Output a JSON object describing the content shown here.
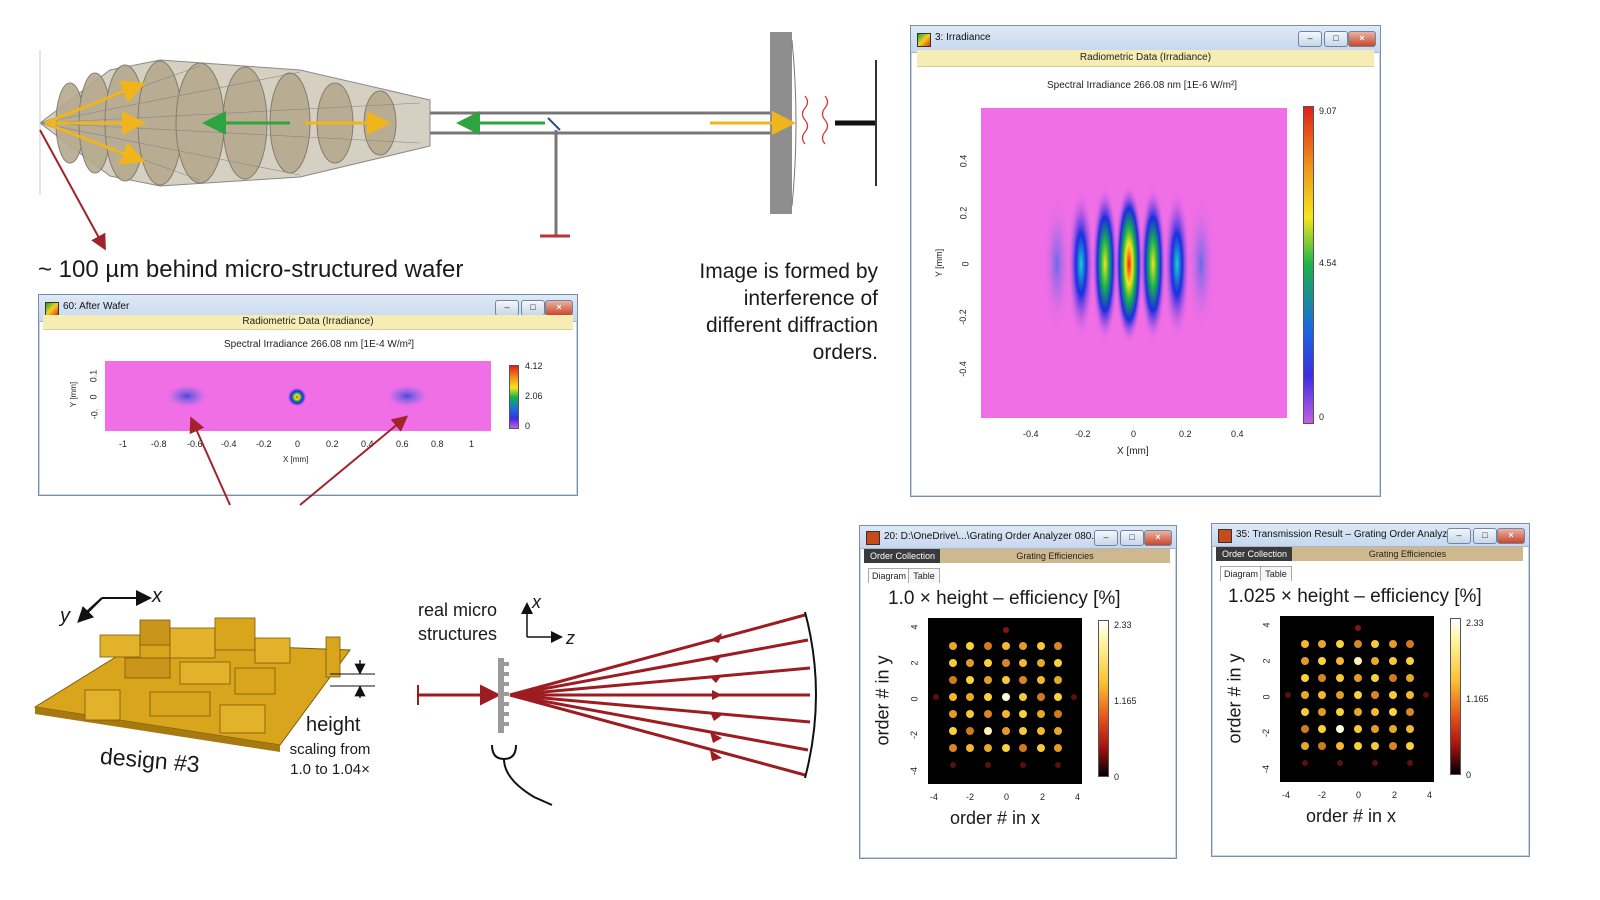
{
  "colors": {
    "lens_fill": "#b5a98f",
    "arrow_gold": "#f0b51c",
    "arrow_green": "#2fa33f",
    "pointer_red": "#a1232b",
    "wafer_gold": "#d9a51d",
    "magenta_bg": "#f06ee6",
    "window_border": "#7a8ea8",
    "header_band": "#f6edb4",
    "tab_dark": "#3a3a3a",
    "tab_tan": "#cfb88e"
  },
  "captions": {
    "behind_wafer": "~ 100 µm behind micro-structured wafer",
    "interference": [
      "Image is formed by",
      "interference of",
      "different diffraction",
      "orders."
    ],
    "axes_x": "x",
    "axes_y": "y",
    "axes_z": "z",
    "real_micro": [
      "real micro",
      "structures"
    ],
    "design": "design #3",
    "height": "height",
    "scaling": [
      "scaling from",
      "1.0 to 1.04×"
    ]
  },
  "win_after_wafer": {
    "title": "60: After Wafer",
    "header": "Radiometric Data (Irradiance)",
    "plot_title": "Spectral Irradiance 266.08 nm  [1E-4 W/m²]",
    "xlabel": "X [mm]",
    "ylabel": "Y [mm]",
    "xticks": [
      "-1",
      "-0.8",
      "-0.6",
      "-0.4",
      "-0.2",
      "0",
      "0.2",
      "0.4",
      "0.6",
      "0.8",
      "1"
    ],
    "yticks": [
      "0.1",
      "0",
      "-0."
    ],
    "cbar_ticks": [
      "4.12",
      "2.06",
      "0"
    ]
  },
  "win_irradiance": {
    "title": "3: Irradiance",
    "header": "Radiometric Data (Irradiance)",
    "plot_title": "Spectral Irradiance 266.08 nm  [1E-6 W/m²]",
    "xlabel": "X [mm]",
    "ylabel": "Y [mm]",
    "xticks": [
      "-0.4",
      "-0.2",
      "0",
      "0.2",
      "0.4"
    ],
    "yticks": [
      "0.4",
      "0.2",
      "0",
      "-0.2",
      "-0.4"
    ],
    "cbar_ticks": [
      "9.07",
      "4.54",
      "0"
    ]
  },
  "win_grating_1": {
    "title": "20: D:\\OneDrive\\...\\Grating Order Analyzer 080....",
    "tab_left": "Order Collection",
    "tab_right": "Grating Efficiencies",
    "subtab_diagram": "Diagram",
    "subtab_table": "Table",
    "plot_title": "1.0 × height – efficiency [%]",
    "xlabel": "order # in x",
    "ylabel": "order # in y",
    "xticks": [
      "-4",
      "-2",
      "0",
      "2",
      "4"
    ],
    "yticks": [
      "4",
      "2",
      "0",
      "-2",
      "-4"
    ],
    "cbar_ticks": [
      "2.33",
      "1.165",
      "0"
    ]
  },
  "win_grating_2": {
    "title": "35: Transmission Result – Grating Order Analyz...",
    "tab_left": "Order Collection",
    "tab_right": "Grating Efficiencies",
    "subtab_diagram": "Diagram",
    "subtab_table": "Table",
    "plot_title": "1.025 × height – efficiency [%]",
    "xlabel": "order # in x",
    "ylabel": "order # in y",
    "xticks": [
      "-4",
      "-2",
      "0",
      "2",
      "4"
    ],
    "yticks": [
      "4",
      "2",
      "0",
      "-2",
      "-4"
    ],
    "cbar_ticks": [
      "2.33",
      "1.165",
      "0"
    ]
  },
  "window_buttons": {
    "minimize": "–",
    "maximize": "□",
    "close": "×"
  }
}
